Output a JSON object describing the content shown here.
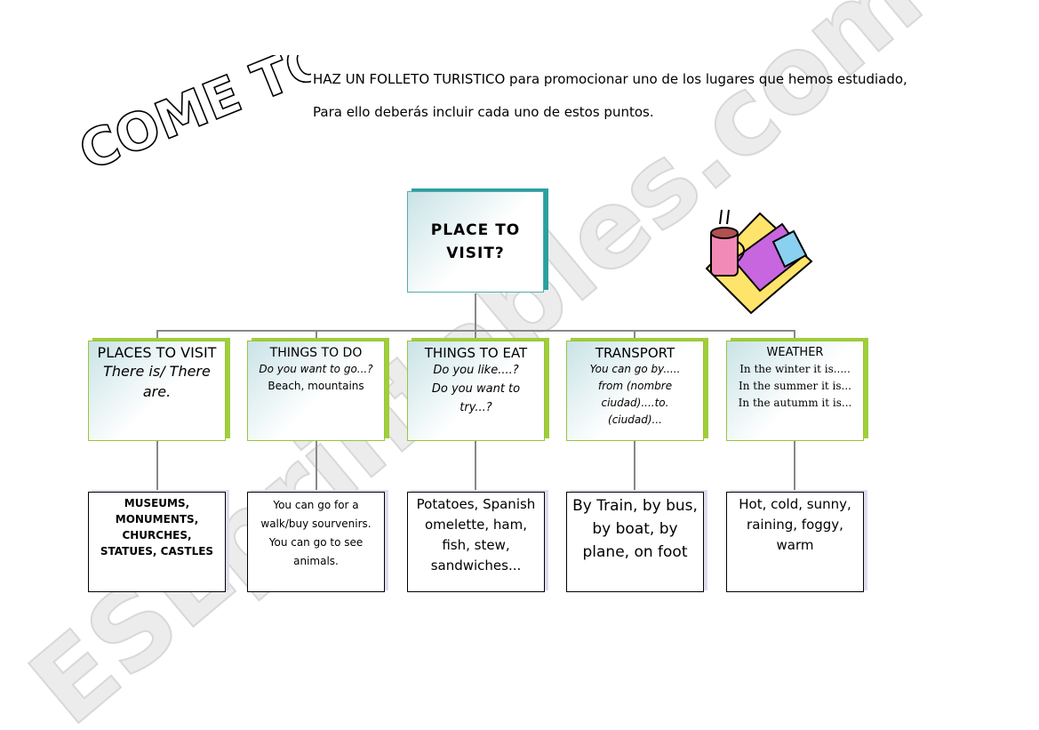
{
  "header": {
    "logo_text": "COME TO...!",
    "instruction_line1": "HAZ UN FOLLETO TURISTICO para promocionar uno de los lugares que hemos estudiado,",
    "instruction_line2": "Para ello deberás incluir cada uno de estos puntos."
  },
  "watermark": "ESLprintables.com",
  "diagram": {
    "root": "PLACE TO VISIT?",
    "categories": [
      {
        "heading": "PLACES TO VISIT",
        "sub1": "There is/ There",
        "sub2": "are."
      },
      {
        "heading": "THINGS TO DO",
        "sub1": "Do you want to go...?",
        "sub2": "Beach, mountains"
      },
      {
        "heading": "THINGS TO EAT",
        "sub1": "Do you like....?",
        "sub2": "Do you want to",
        "sub3": "try...?"
      },
      {
        "heading": "TRANSPORT",
        "sub1": "You can go by.....",
        "sub2": "from (nombre",
        "sub3": "ciudad)....to.",
        "sub4": "(ciudad)..."
      },
      {
        "heading": "WEATHER",
        "sub1": "In the winter it is.....",
        "sub2": "In the summer it is...",
        "sub3": "In the autumm it is..."
      }
    ],
    "answers": [
      {
        "l1": "MUSEUMS,",
        "l2": "MONUMENTS,",
        "l3": "CHURCHES,",
        "l4": "STATUES, CASTLES"
      },
      {
        "l1": "You can go for a",
        "l2": "walk/buy sourvenirs.",
        "l3": "You can go to see",
        "l4": "animals."
      },
      {
        "l1": "Potatoes, Spanish",
        "l2": "omelette, ham,",
        "l3": "fish, stew,",
        "l4": "sandwiches..."
      },
      {
        "l1": "By Train, by bus,",
        "l2": "by boat, by",
        "l3": "plane, on foot"
      },
      {
        "l1": "Hot, cold, sunny,",
        "l2": "raining, foggy,",
        "l3": "warm"
      }
    ]
  },
  "colors": {
    "green": "#9fce3a",
    "teal": "#2aa0a0"
  }
}
